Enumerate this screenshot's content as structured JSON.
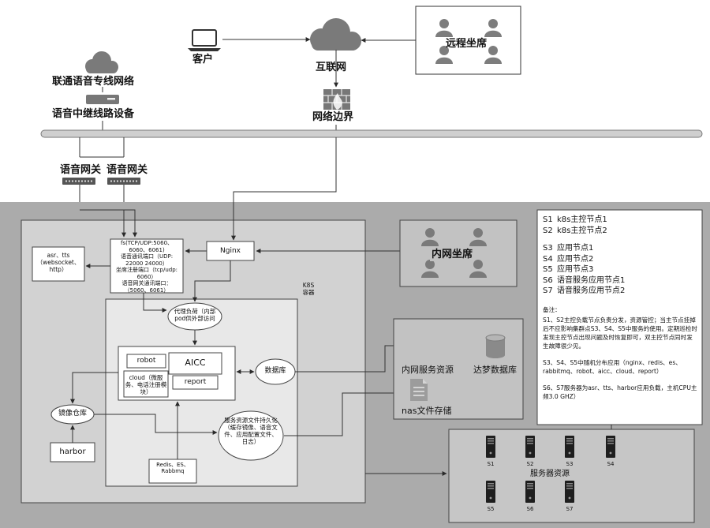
{
  "labels": {
    "customer": "客户",
    "internet": "互联网",
    "remote_seats": "远程坐席",
    "unicom": "联通语音专线网络",
    "trunk_device": "语音中继线路设备",
    "network_border": "网络边界",
    "gateway_1": "语音网关",
    "gateway_2": "语音网关",
    "asr": "asr、tts（websocket、http）",
    "fs_ports": "fs(TCP/UDP:5060、6060、6061)\n语音通讯端口（UDP: 22000 24000）\n坐席注册端口（tcp/udp: 6060）\n语音网关通讯端口：（5060、6061）",
    "nginx": "Nginx",
    "intranet_seats": "内网坐席",
    "k8s": "K8S\n容器",
    "proxy": "代理负荷（内部pod供外部访问",
    "robot": "robot",
    "aicc": "AICC",
    "cloud": "cloud（微服务、电话注册模块）",
    "report": "report",
    "database": "数据库",
    "mirror": "镜像仓库",
    "harbor": "harbor",
    "redis": "Redis、ES、Rabbmq",
    "persistence": "服务资源文件持久化（缓存镜像、语音文件、应用配置文件、日志）",
    "intranet_resources": "内网服务资源",
    "dameng": "达梦数据库",
    "nas": "nas文件存储",
    "server_resources": "服务器资源"
  },
  "servers": [
    "S1",
    "S2",
    "S3",
    "S4",
    "S5",
    "S6",
    "S7"
  ],
  "legend": {
    "rows1": [
      {
        "code": "S1",
        "text": "k8s主控节点1"
      },
      {
        "code": "S2",
        "text": "k8s主控节点2"
      }
    ],
    "rows2": [
      {
        "code": "S3",
        "text": "应用节点1"
      },
      {
        "code": "S4",
        "text": "应用节点2"
      },
      {
        "code": "S5",
        "text": "应用节点3"
      },
      {
        "code": "S6",
        "text": "语音服务应用节点1"
      },
      {
        "code": "S7",
        "text": "语音服务应用节点2"
      }
    ],
    "note_title": "备注：",
    "note_1": "S1、S2主控负载节点负责分发，资源管控；当主节点挂掉后不应影响集群点S3、S4、S5中服务的使用。定期巡检时发现主控节点出现问题及时恢复即可，双主控节点同时发生故障很少见。",
    "note_2": "S3、S4、S5中随机分布应用（nginx、redis、es、rabbitmq、robot、aicc、cloud、report）",
    "note_3": "S6、S7服务器为asr、tts、harbor应用负载，主机CPU主频3.0 GHZ）"
  }
}
